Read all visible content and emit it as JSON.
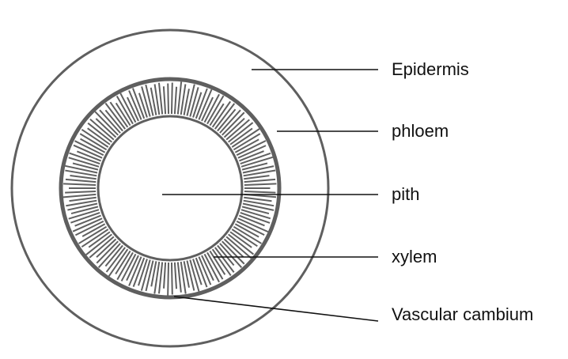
{
  "colors": {
    "outline": "#5f5f5f",
    "leader_line": "#111111",
    "text": "#111111",
    "background": "#ffffff"
  },
  "labels": {
    "epidermis": "Epidermis",
    "phloem": "phloem",
    "pith": "pith",
    "xylem": "xylem",
    "vascular_cambium": "Vascular cambium"
  }
}
